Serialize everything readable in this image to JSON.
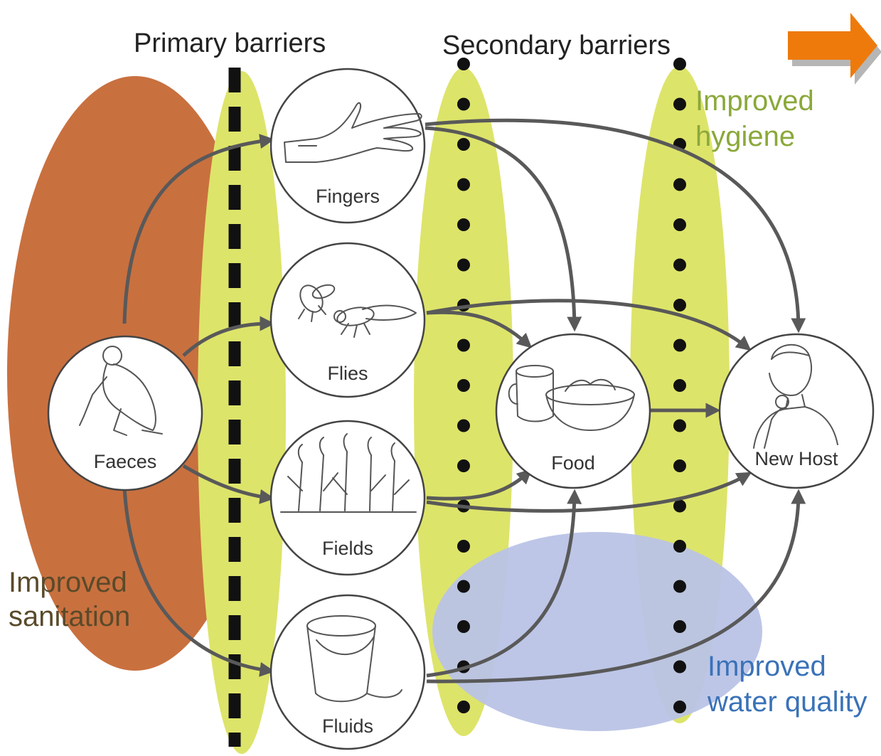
{
  "headers": {
    "primary": "Primary barriers",
    "secondary": "Secondary barriers"
  },
  "nodes": {
    "faeces": "Faeces",
    "fingers": "Fingers",
    "flies": "Flies",
    "fields": "Fields",
    "fluids": "Fluids",
    "food": "Food",
    "new_host": "New Host"
  },
  "interventions": {
    "sanitation": [
      "Improved",
      "sanitation"
    ],
    "hygiene": [
      "Improved",
      "hygiene"
    ],
    "water": [
      "Improved",
      "water quality"
    ]
  },
  "colors": {
    "sanitation_zone": "#c9703f",
    "barrier_zone": "#dde46a",
    "water_zone": "#b9c3e6",
    "arrow": "#595959",
    "next_arrow": "#ee7a0c",
    "sanitation_text": "#5a4a2a",
    "hygiene_text": "#8aa83a",
    "water_text": "#3a72b8"
  },
  "icons": {
    "faeces": "person-squatting-icon",
    "fingers": "hand-icon",
    "flies": "flies-icon",
    "fields": "crops-icon",
    "fluids": "bucket-icon",
    "food": "mug-and-bowl-icon",
    "new_host": "person-eating-icon",
    "next": "orange-arrow-icon"
  }
}
